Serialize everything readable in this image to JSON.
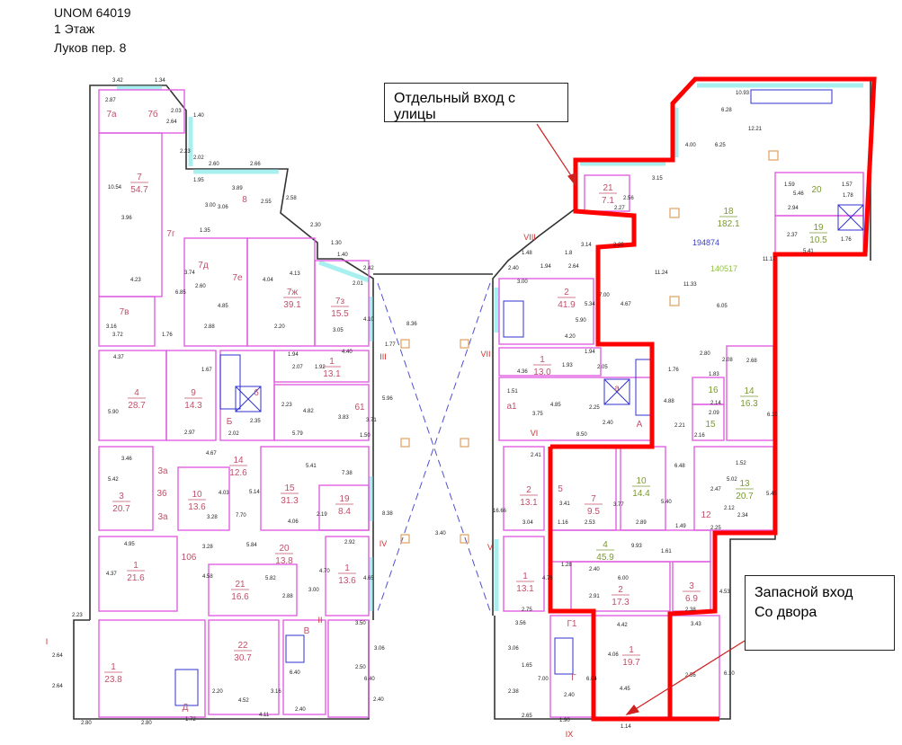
{
  "header": {
    "unom": "UNOM 64019",
    "floor": "1 Этаж",
    "address": "Луков пер. 8"
  },
  "callouts": {
    "street_entrance": "Отдельный вход с улицы",
    "backup_entrance_line1": "Запасной вход",
    "backup_entrance_line2": "Со двора"
  },
  "colors": {
    "highlight": "#ff0000",
    "room_label": "#c0506a",
    "room_label_alt": "#7a9a30",
    "partition": "#e060e0",
    "wall": "#333333",
    "window": "#a8f0f0",
    "stairs": "#3030d0",
    "id_label": "#4040c0"
  },
  "ids": {
    "building_id": "194874",
    "secondary_id": "140517"
  },
  "rooms": [
    {
      "num": "7а",
      "area": "",
      "tone": "pink"
    },
    {
      "num": "7б",
      "area": "",
      "tone": "pink"
    },
    {
      "num": "7",
      "area": "54.7",
      "tone": "pink"
    },
    {
      "num": "8",
      "area": "",
      "tone": "pink"
    },
    {
      "num": "7г",
      "area": "",
      "tone": "pink"
    },
    {
      "num": "7д",
      "area": "",
      "tone": "pink"
    },
    {
      "num": "7е",
      "area": "",
      "tone": "pink"
    },
    {
      "num": "7ж",
      "area": "39.1",
      "tone": "pink"
    },
    {
      "num": "7з",
      "area": "15.5",
      "tone": "pink"
    },
    {
      "num": "7в",
      "area": "",
      "tone": "pink"
    },
    {
      "num": "4",
      "area": "28.7",
      "tone": "pink"
    },
    {
      "num": "9",
      "area": "14.3",
      "tone": "pink"
    },
    {
      "num": "Б",
      "area": "",
      "tone": "pink"
    },
    {
      "num": "6",
      "area": "",
      "tone": "pink"
    },
    {
      "num": "1",
      "area": "13.1",
      "tone": "pink"
    },
    {
      "num": "61",
      "area": "",
      "tone": "pink"
    },
    {
      "num": "3",
      "area": "20.7",
      "tone": "pink"
    },
    {
      "num": "3а",
      "area": "",
      "tone": "pink"
    },
    {
      "num": "36",
      "area": "",
      "tone": "pink"
    },
    {
      "num": "3а",
      "area": "",
      "tone": "pink"
    },
    {
      "num": "10",
      "area": "13.6",
      "tone": "pink"
    },
    {
      "num": "14",
      "area": "12.6",
      "tone": "pink"
    },
    {
      "num": "15",
      "area": "31.3",
      "tone": "pink"
    },
    {
      "num": "19",
      "area": "8.4",
      "tone": "pink"
    },
    {
      "num": "1",
      "area": "21.6",
      "tone": "pink"
    },
    {
      "num": "106",
      "area": "",
      "tone": "pink"
    },
    {
      "num": "20",
      "area": "13.8",
      "tone": "pink"
    },
    {
      "num": "21",
      "area": "16.6",
      "tone": "pink"
    },
    {
      "num": "1",
      "area": "13.6",
      "tone": "pink"
    },
    {
      "num": "1",
      "area": "23.8",
      "tone": "pink"
    },
    {
      "num": "22",
      "area": "30.7",
      "tone": "pink"
    },
    {
      "num": "Д",
      "area": "",
      "tone": "pink"
    },
    {
      "num": "В",
      "area": "",
      "tone": "pink"
    },
    {
      "num": "21",
      "area": "7.1",
      "tone": "pink"
    },
    {
      "num": "18",
      "area": "182.1",
      "tone": "green"
    },
    {
      "num": "20",
      "area": "",
      "tone": "green"
    },
    {
      "num": "19",
      "area": "10.5",
      "tone": "green"
    },
    {
      "num": "2",
      "area": "41.9",
      "tone": "pink"
    },
    {
      "num": "1",
      "area": "13.0",
      "tone": "pink"
    },
    {
      "num": "а1",
      "area": "",
      "tone": "pink"
    },
    {
      "num": "а",
      "area": "",
      "tone": "pink"
    },
    {
      "num": "А",
      "area": "",
      "tone": "pink"
    },
    {
      "num": "16",
      "area": "",
      "tone": "green"
    },
    {
      "num": "15",
      "area": "",
      "tone": "green"
    },
    {
      "num": "14",
      "area": "16.3",
      "tone": "green"
    },
    {
      "num": "2",
      "area": "13.1",
      "tone": "pink"
    },
    {
      "num": "5",
      "area": "",
      "tone": "pink"
    },
    {
      "num": "7",
      "area": "9.5",
      "tone": "pink"
    },
    {
      "num": "10",
      "area": "14.4",
      "tone": "green"
    },
    {
      "num": "13",
      "area": "20.7",
      "tone": "green"
    },
    {
      "num": "12",
      "area": "",
      "tone": "pink"
    },
    {
      "num": "4",
      "area": "45.9",
      "tone": "green"
    },
    {
      "num": "2",
      "area": "17.3",
      "tone": "pink"
    },
    {
      "num": "3",
      "area": "6.9",
      "tone": "pink"
    },
    {
      "num": "1",
      "area": "13.1",
      "tone": "pink"
    },
    {
      "num": "Г1",
      "area": "",
      "tone": "pink"
    },
    {
      "num": "Г",
      "area": "",
      "tone": "pink"
    },
    {
      "num": "1",
      "area": "19.7",
      "tone": "pink"
    }
  ],
  "roman_numerals": [
    "I",
    "II",
    "III",
    "IV",
    "V",
    "VI",
    "VII",
    "VIII",
    "IX"
  ],
  "dimensions": [
    "3.42",
    "1.34",
    "2.87",
    "2.64",
    "2.03",
    "1.40",
    "2.23",
    "2.02",
    "2.60",
    "2.66",
    "1.95",
    "10.54",
    "3.89",
    "3.00",
    "3.06",
    "2.55",
    "2.58",
    "3.96",
    "1.35",
    "2.30",
    "1.30",
    "1.40",
    "2.42",
    "2.01",
    "4.23",
    "3.74",
    "2.60",
    "4.04",
    "4.13",
    "6.85",
    "4.85",
    "2.88",
    "2.20",
    "3.05",
    "4.10",
    "3.16",
    "3.72",
    "1.76",
    "4.37",
    "1.67",
    "1.94",
    "4.40",
    "2.07",
    "1.92",
    "5.90",
    "2.23",
    "4.82",
    "3.83",
    "3.71",
    "2.35",
    "2.97",
    "2.02",
    "5.79",
    "1.50",
    "5.96",
    "8.36",
    "1.77",
    "3.46",
    "4.67",
    "5.42",
    "4.03",
    "3.28",
    "5.14",
    "7.70",
    "5.41",
    "7.38",
    "2.19",
    "4.06",
    "8.38",
    "4.95",
    "3.28",
    "5.84",
    "2.92",
    "4.37",
    "4.58",
    "5.82",
    "2.88",
    "3.00",
    "4.70",
    "4.65",
    "2.23",
    "2.64",
    "2.64",
    "2.80",
    "2.80",
    "1.72",
    "4.52",
    "4.11",
    "2.20",
    "3.16",
    "6.40",
    "2.40",
    "3.50",
    "3.06",
    "2.50",
    "6.40",
    "2.40",
    "3.40",
    "10.93",
    "6.28",
    "12.21",
    "4.00",
    "6.25",
    "3.15",
    "2.56",
    "2.27",
    "1.59",
    "1.57",
    "5.46",
    "1.78",
    "2.94",
    "2.37",
    "1.76",
    "5.41",
    "11.17",
    "3.14",
    "2.20",
    "1.48",
    "1.8",
    "1.94",
    "2.64",
    "2.40",
    "3.00",
    "11.24",
    "11.33",
    "4.67",
    "7.00",
    "6.05",
    "5.34",
    "5.90",
    "4.20",
    "1.94",
    "4.36",
    "1.93",
    "2.05",
    "1.76",
    "2.80",
    "2.08",
    "2.68",
    "1.83",
    "2.14",
    "2.09",
    "2.16",
    "1.51",
    "4.85",
    "2.25",
    "3.75",
    "4.88",
    "2.40",
    "2.21",
    "8.50",
    "6.10",
    "6.48",
    "2.41",
    "1.52",
    "5.02",
    "2.47",
    "5.45",
    "2.12",
    "2.34",
    "2.25",
    "16.66",
    "3.04",
    "1.16",
    "2.53",
    "2.89",
    "1.49",
    "5.40",
    "3.41",
    "3.77",
    "9.93",
    "1.61",
    "1.28",
    "2.40",
    "6.00",
    "2.91",
    "2.38",
    "4.53",
    "4.76",
    "2.75",
    "3.56",
    "3.43",
    "4.42",
    "3.06",
    "1.65",
    "7.00",
    "2.38",
    "6.04",
    "2.40",
    "4.06",
    "4.45",
    "2.56",
    "6.10",
    "2.65",
    "1.90",
    "1.14"
  ]
}
